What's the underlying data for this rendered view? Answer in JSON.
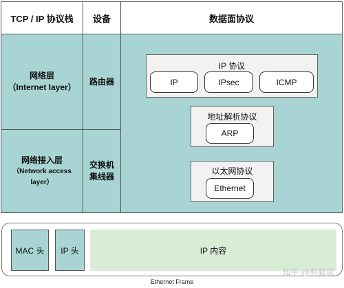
{
  "table": {
    "headers": {
      "stack": "TCP / IP 协议栈",
      "device": "设备",
      "protocols": "数据面协议"
    },
    "rows": [
      {
        "layer_cn": "网络层",
        "layer_en": "（Internet layer）",
        "device": "路由器"
      },
      {
        "layer_cn": "网络接入层",
        "layer_en_line1": "（Network access",
        "layer_en_line2": "layer）",
        "device_line1": "交换机",
        "device_line2": "集线器"
      }
    ],
    "groups": {
      "ip_protocol": {
        "title": "IP 协议",
        "items": [
          "IP",
          "IPsec",
          "ICMP"
        ]
      },
      "address_resolution": {
        "title": "地址解析协议",
        "items": [
          "ARP"
        ]
      },
      "ethernet_protocol": {
        "title": "以太网协议",
        "items": [
          "Ethernet"
        ]
      }
    }
  },
  "frame": {
    "parts": [
      "MAC 头",
      "IP 头",
      "IP 内容"
    ],
    "caption": "Ethernet Frame"
  },
  "watermark": "知乎 @有猫说"
}
